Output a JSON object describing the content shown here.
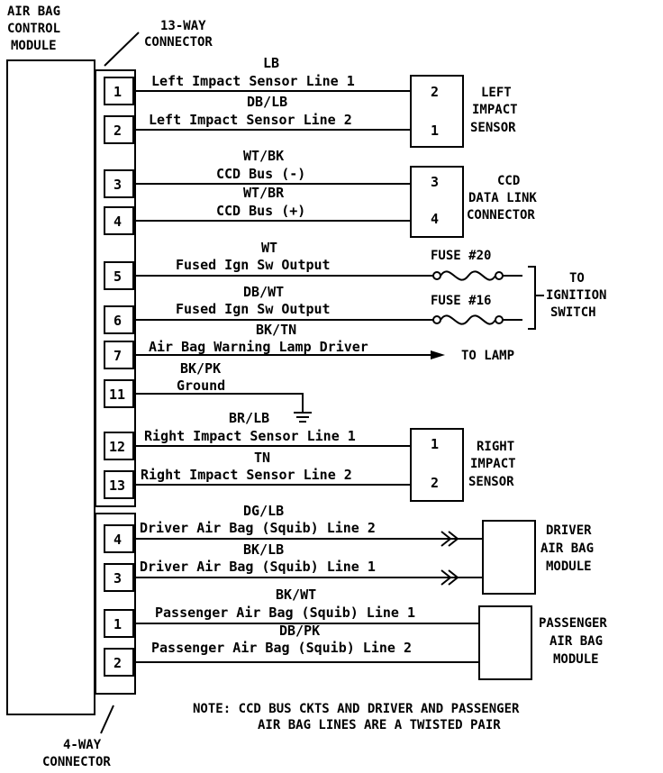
{
  "module_label": [
    "AIR BAG",
    "CONTROL",
    "MODULE"
  ],
  "connector_13_label": [
    "13-WAY",
    "CONNECTOR"
  ],
  "connector_4_label": [
    "4-WAY",
    "CONNECTOR"
  ],
  "pins_13": [
    "1",
    "2",
    "3",
    "4",
    "5",
    "6",
    "7",
    "11",
    "12",
    "13"
  ],
  "pins_4": [
    "4",
    "3",
    "1",
    "2"
  ],
  "wires": {
    "w1": {
      "color": "LB",
      "name": "Left Impact Sensor Line 1"
    },
    "w2": {
      "color": "DB/LB",
      "name": "Left Impact Sensor Line 2"
    },
    "w3": {
      "color": "WT/BK",
      "name": "CCD Bus (-)"
    },
    "w4": {
      "color": "WT/BR",
      "name": "CCD Bus (+)"
    },
    "w5": {
      "color": "WT",
      "name": "Fused Ign Sw Output"
    },
    "w6": {
      "color": "DB/WT",
      "name": "Fused Ign Sw Output"
    },
    "w7": {
      "color": "BK/TN",
      "name": "Air Bag Warning Lamp Driver"
    },
    "w11": {
      "color": "BK/PK",
      "name": "Ground",
      "extra": "BR/LB"
    },
    "w12": {
      "color": "",
      "name": "Right Impact Sensor Line 1"
    },
    "w13": {
      "color": "TN",
      "name": "Right Impact Sensor Line 2"
    },
    "d4": {
      "color": "DG/LB",
      "name": "Driver Air Bag (Squib) Line 2"
    },
    "d3": {
      "color": "BK/LB",
      "name": "Driver Air Bag (Squib) Line 1"
    },
    "p1": {
      "color": "BK/WT",
      "name": "Passenger Air Bag (Squib) Line 1"
    },
    "p2": {
      "color": "DB/PK",
      "name": "Passenger Air Bag (Squib) Line 2"
    }
  },
  "components": {
    "left_sensor": {
      "label": [
        "LEFT",
        "IMPACT",
        "SENSOR"
      ],
      "pins": [
        "2",
        "1"
      ]
    },
    "ccd": {
      "label": [
        "CCD",
        "DATA LINK",
        "CONNECTOR"
      ],
      "pins": [
        "3",
        "4"
      ]
    },
    "right_sensor": {
      "label": [
        "RIGHT",
        "IMPACT",
        "SENSOR"
      ],
      "pins": [
        "1",
        "2"
      ]
    },
    "driver_module": {
      "label": [
        "DRIVER",
        "AIR BAG",
        "MODULE"
      ]
    },
    "passenger_module": {
      "label": [
        "PASSENGER",
        "AIR BAG",
        "MODULE"
      ]
    }
  },
  "fuses": {
    "f20": "FUSE #20",
    "f16": "FUSE #16"
  },
  "ignition_label": [
    "TO",
    "IGNITION",
    "SWITCH"
  ],
  "lamp_label": "TO LAMP",
  "note": [
    "NOTE:  CCD BUS CKTS AND DRIVER AND PASSENGER",
    "AIR BAG LINES ARE A TWISTED PAIR"
  ]
}
